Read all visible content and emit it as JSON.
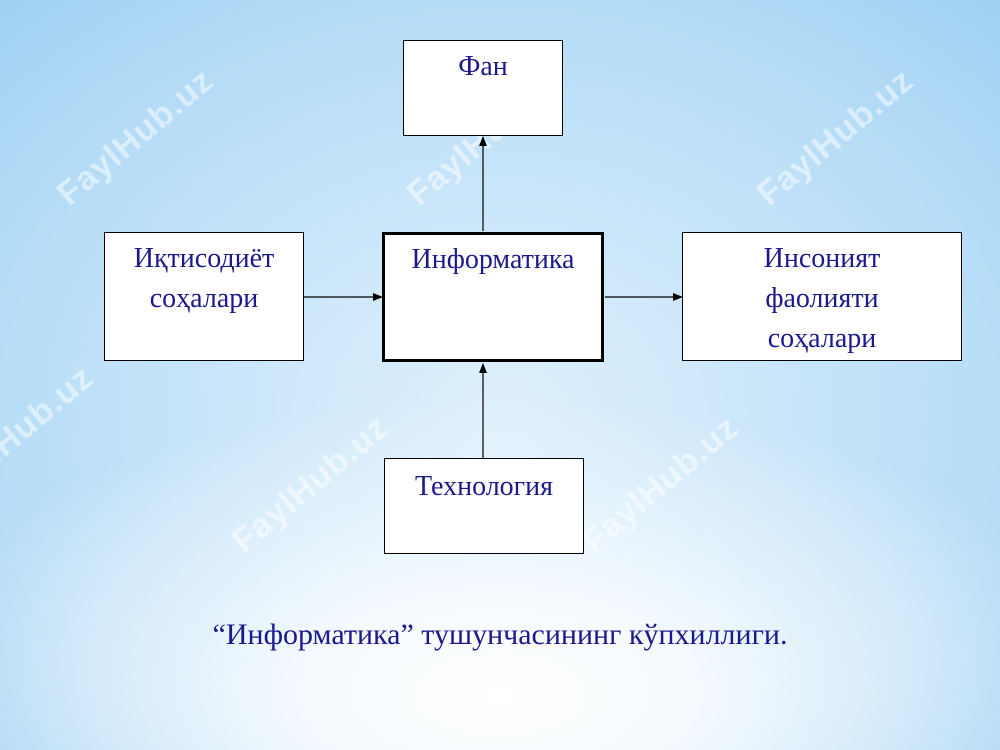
{
  "diagram": {
    "nodes": {
      "fan": {
        "label_lines": [
          "Фан"
        ]
      },
      "informatika": {
        "label_lines": [
          "Информатика"
        ]
      },
      "iqtisodiyot": {
        "label_lines": [
          "Иқтисодиёт",
          "соҳалари"
        ]
      },
      "insoniyat": {
        "label_lines": [
          "Инсоният",
          "фаолияти",
          "соҳалари"
        ]
      },
      "texnologiya": {
        "label_lines": [
          "Технология"
        ]
      }
    },
    "edges": [
      {
        "from": "informatika",
        "to": "fan"
      },
      {
        "from": "iqtisodiyot",
        "to": "informatika"
      },
      {
        "from": "informatika",
        "to": "insoniyat"
      },
      {
        "from": "texnologiya",
        "to": "informatika"
      }
    ]
  },
  "caption": "“Информатика” тушунчасининг кўпхиллиги.",
  "watermark": "FaylHub.uz",
  "colors": {
    "text": "#1a1a8c",
    "box_border": "#000000",
    "box_fill": "#ffffff"
  }
}
